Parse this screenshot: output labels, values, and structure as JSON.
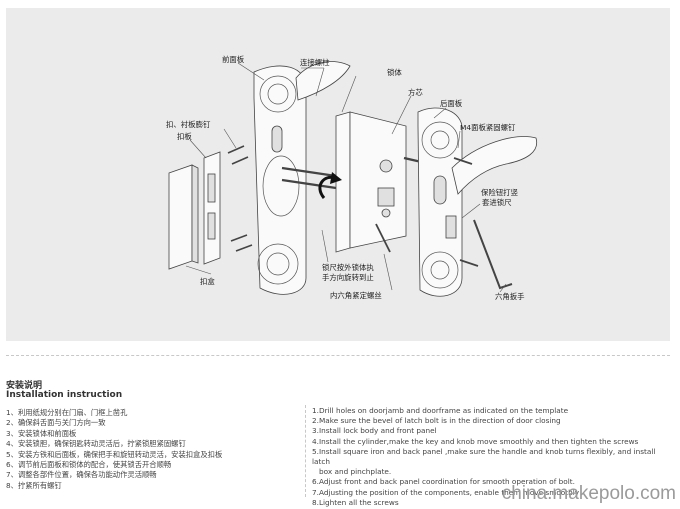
{
  "diagram": {
    "labels": {
      "front_panel": "前面板",
      "connecting_screw_post": "连接螺柱",
      "lock_body": "锁体",
      "square_core": "方芯",
      "back_panel": "后面板",
      "m4_panel_screw": "M4面板紧固螺钉",
      "latch_screws": "扣、衬板膨钉",
      "strike_plate": "扣板",
      "safety_key_line1": "保险钮打竖",
      "safety_key_line2": "套进锁尺",
      "strike_box": "扣盒",
      "rotate_line1": "锁尺按外锁体执",
      "rotate_line2": "手方向旋转到止",
      "hex_screw": "内六角紧定螺丝",
      "hex_wrench": "六角扳手"
    }
  },
  "instructions": {
    "title_cn": "安装说明",
    "title_en": "Installation instruction",
    "steps_cn": [
      "1、利用纸规分别在门扇、门框上凿孔",
      "2、确保斜舌面与关门方向一致",
      "3、安装锁体和前面板",
      "4、安装锁胆，确保钥匙转动灵活后，拧紧锁胆紧固螺钉",
      "5、安装方铁和后面板，确保把手和旋钮转动灵活，安装扣盒及扣板",
      "6、调节前后面板和锁体的配合，使其锁舌开合顺畅",
      "7、调整各部件位置，确保各功能动作灵活顺畅",
      "8、拧紧所有螺钉"
    ],
    "steps_en": [
      "1.Drill holes on doorjamb and doorframe as indicated on the template",
      "2.Make sure the bevel of latch bolt is in the direction of door closing",
      "3.Install lock body and front panel",
      "4.Install the cylinder,make the key and knob move smoothly and then tighten the screws",
      "5.Install square iron and back panel ,make sure the handle and knob turns flexibly, and install latch",
      "   box and pinchplate.",
      "6.Adjust front and back panel coordination for smooth operation of bolt.",
      "7.Adjusting the position of the components, enable them move smoothly",
      "8.Lighten all the screws"
    ]
  },
  "watermark": "china.makepolo.com"
}
